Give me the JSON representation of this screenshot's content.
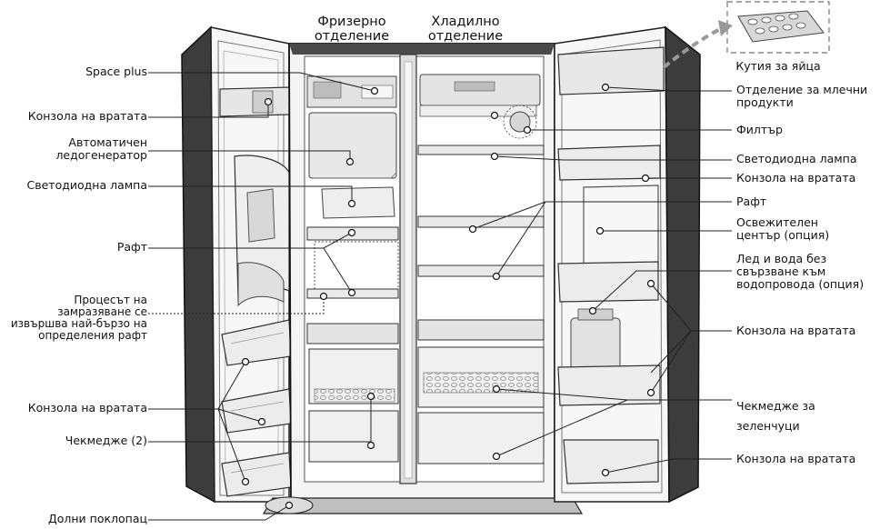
{
  "headers": {
    "freezer": "Фризерно отделение",
    "fridge": "Хладилно отделение"
  },
  "egg_box_label": "Кутия за яйца",
  "labels_left": {
    "space_plus": "Space plus",
    "door_bin_top": "Конзола на вратата",
    "ice_maker": "Автоматичен ледогенератор",
    "led_lamp": "Светодиодна лампа",
    "shelf": "Рафт",
    "fast_freeze": "Процесът на замразяване се извършва най-бързо на определения рафт",
    "door_bin_lower": "Конзола на вратата",
    "drawer": "Чекмедже (2)",
    "lower_cover": "Долни поклопац"
  },
  "labels_right": {
    "dairy": "Отделение за млечни продукти",
    "filter": "Филтър",
    "led_lamp": "Светодиодна лампа",
    "door_bin_1": "Конзола на вратата",
    "shelf": "Рафт",
    "fresh_center": "Освежителен център (опция)",
    "ice_water": "Лед и вода без свързване към водопровода (опция)",
    "door_bin_2": "Конзола на вратата",
    "vegetable_drawer": "Чекмедже за зеленчуци",
    "door_bin_3": "Конзола на вратата"
  }
}
